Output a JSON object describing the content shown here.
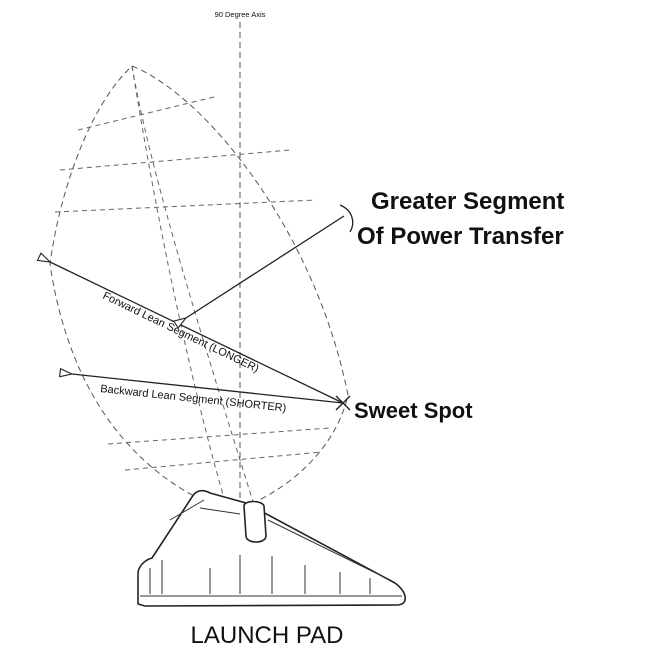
{
  "labels": {
    "axis": "90 Degree Axis",
    "greater_line1": "Greater Segment",
    "greater_line2": "Of Power Transfer",
    "forward": "Forward Lean Segment (LONGER)",
    "backward": "Backward Lean Segment (SHORTER)",
    "sweet_spot": "Sweet Spot",
    "launch_pad": "LAUNCH PAD"
  }
}
